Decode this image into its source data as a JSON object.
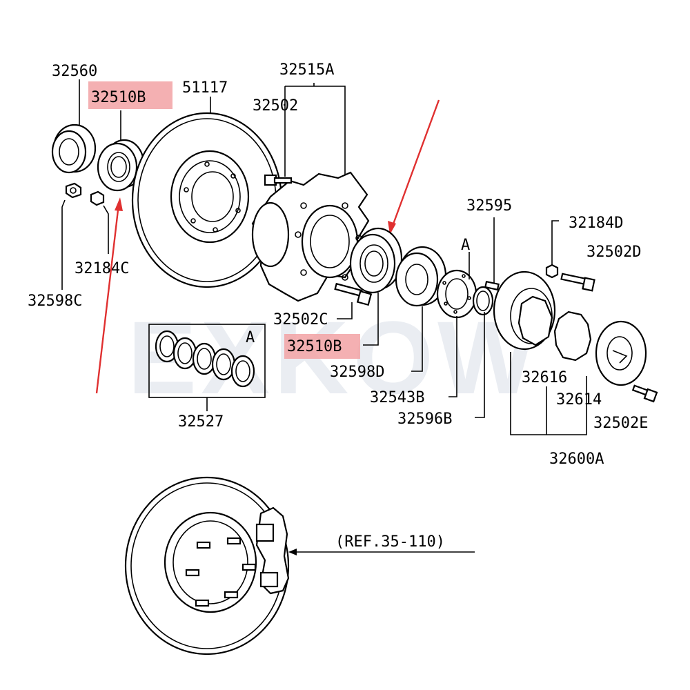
{
  "watermark": "EXKOW",
  "labels": {
    "p32560": "32560",
    "p32510b_top": "32510B",
    "p51117": "51117",
    "p32515a": "32515A",
    "p32502": "32502",
    "p32184c": "32184C",
    "p32598c": "32598C",
    "p32595": "32595",
    "p32184d": "32184D",
    "p32502d": "32502D",
    "marker_a_right": "A",
    "p32502c": "32502C",
    "p32510b_mid": "32510B",
    "p32598d": "32598D",
    "p32543b": "32543B",
    "p32596b": "32596B",
    "p32616": "32616",
    "p32614": "32614",
    "p32502e": "32502E",
    "p32600a": "32600A",
    "marker_a_box": "A",
    "p32527": "32527",
    "ref": "(REF.35-110)"
  },
  "highlighted_parts": [
    "32510B"
  ],
  "colors": {
    "highlight": "#f2a2a4",
    "arrow": "#e03030",
    "line": "#000000"
  }
}
